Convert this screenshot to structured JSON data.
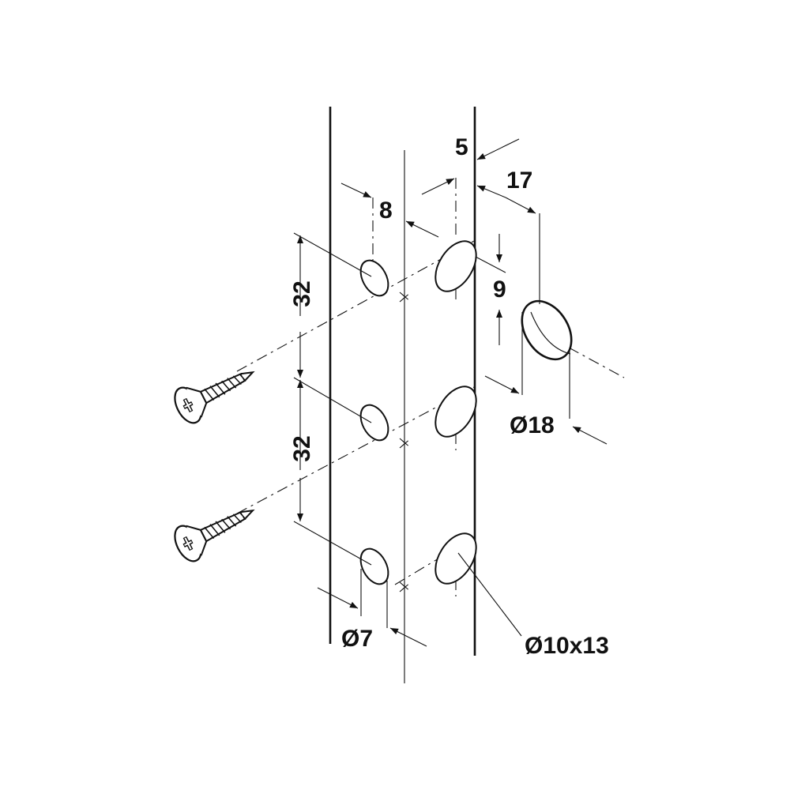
{
  "dimensions": {
    "panel_offset": "5",
    "bore_distance": "8",
    "cap_offset": "17",
    "cap_height": "9",
    "spacing_top": "32",
    "spacing_bottom": "32",
    "hole_small": "Ø7",
    "hole_slot": "Ø10x13",
    "cap_diameter": "Ø18"
  },
  "colors": {
    "line": "#111111",
    "background": "#ffffff"
  },
  "icons": [
    "screw-icon",
    "cover-cap-icon"
  ]
}
